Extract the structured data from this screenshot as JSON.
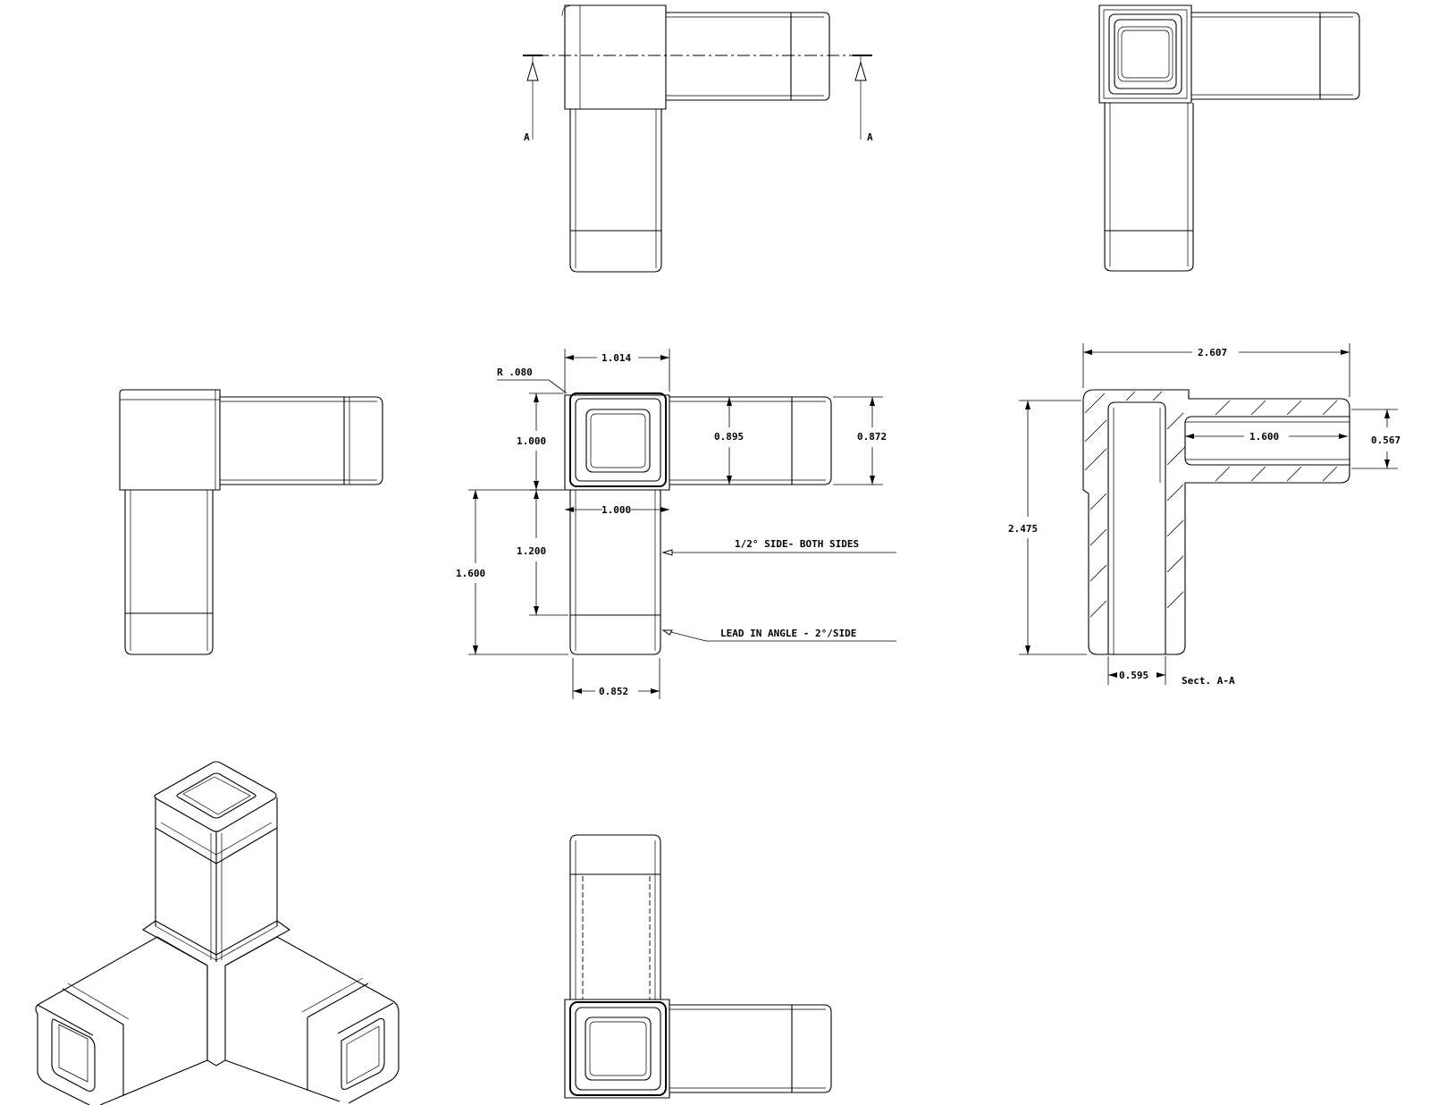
{
  "section_markers": {
    "left": "A",
    "right": "A"
  },
  "dimensions": {
    "r_radius": "R .080",
    "width_top": "1.014",
    "height_body": "1.000",
    "arm_outer": "0.895",
    "arm_inner": "0.872",
    "inner_width": "1.000",
    "leg_length": "1.200",
    "total_height": "1.600",
    "leg_end_width": "0.852",
    "section_width": "2.607",
    "section_height": "2.475",
    "section_arm_length": "1.600",
    "section_arm_height": "0.567",
    "section_wall": "0.595"
  },
  "notes": {
    "side_note": "1/2° SIDE- BOTH SIDES",
    "lead_note": "LEAD IN ANGLE - 2°/SIDE",
    "section_label": "Sect. A-A"
  }
}
